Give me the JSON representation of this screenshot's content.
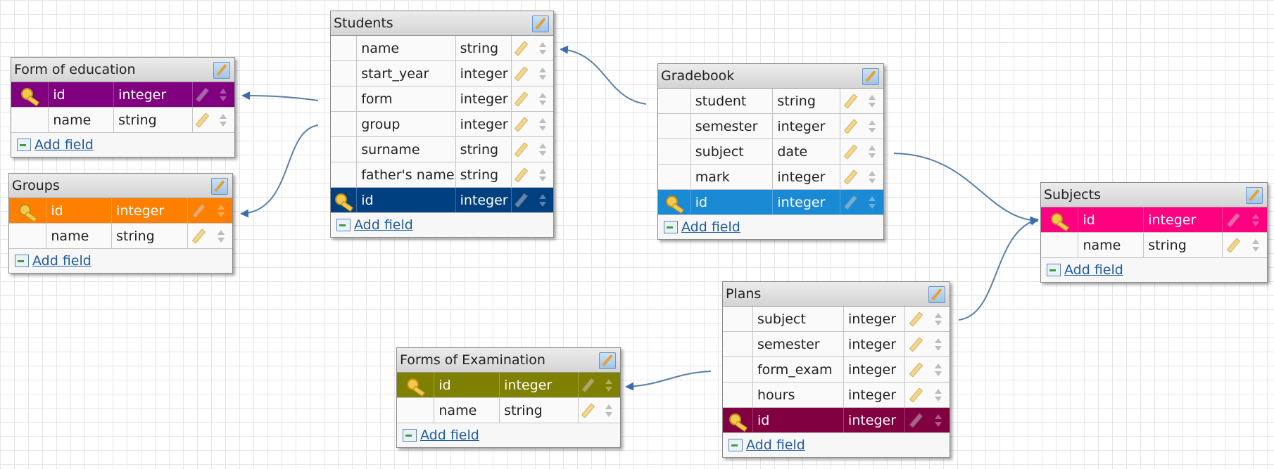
{
  "tables": [
    {
      "name": "form-of-education",
      "title": "Form of education",
      "pk_color": "#800080",
      "add_label": "Add field",
      "fields": [
        {
          "name": "id",
          "type": "integer",
          "pk": true
        },
        {
          "name": "name",
          "type": "string",
          "pk": false
        }
      ]
    },
    {
      "name": "groups",
      "title": "Groups",
      "pk_color": "#ff8000",
      "add_label": "Add field",
      "fields": [
        {
          "name": "id",
          "type": "integer",
          "pk": true
        },
        {
          "name": "name",
          "type": "string",
          "pk": false
        }
      ]
    },
    {
      "name": "students",
      "title": "Students",
      "pk_color": "#003f80",
      "add_label": "Add field",
      "fields": [
        {
          "name": "name",
          "type": "string",
          "pk": false
        },
        {
          "name": "start_year",
          "type": "integer",
          "pk": false
        },
        {
          "name": "form",
          "type": "integer",
          "pk": false
        },
        {
          "name": "group",
          "type": "integer",
          "pk": false
        },
        {
          "name": "surname",
          "type": "string",
          "pk": false
        },
        {
          "name": "father's name",
          "type": "string",
          "pk": false
        },
        {
          "name": "id",
          "type": "integer",
          "pk": true
        }
      ]
    },
    {
      "name": "gradebook",
      "title": "Gradebook",
      "pk_color": "#1a8ad4",
      "add_label": "Add field",
      "fields": [
        {
          "name": "student",
          "type": "string",
          "pk": false
        },
        {
          "name": "semester",
          "type": "integer",
          "pk": false
        },
        {
          "name": "subject",
          "type": "date",
          "pk": false
        },
        {
          "name": "mark",
          "type": "integer",
          "pk": false
        },
        {
          "name": "id",
          "type": "integer",
          "pk": true
        }
      ]
    },
    {
      "name": "subjects",
      "title": "Subjects",
      "pk_color": "#ff0080",
      "add_label": "Add field",
      "fields": [
        {
          "name": "id",
          "type": "integer",
          "pk": true
        },
        {
          "name": "name",
          "type": "string",
          "pk": false
        }
      ]
    },
    {
      "name": "plans",
      "title": "Plans",
      "pk_color": "#800040",
      "add_label": "Add field",
      "fields": [
        {
          "name": "subject",
          "type": "integer",
          "pk": false
        },
        {
          "name": "semester",
          "type": "integer",
          "pk": false
        },
        {
          "name": "form_exam",
          "type": "integer",
          "pk": false
        },
        {
          "name": "hours",
          "type": "integer",
          "pk": false
        },
        {
          "name": "id",
          "type": "integer",
          "pk": true
        }
      ]
    },
    {
      "name": "forms-of-examination",
      "title": "Forms of Examination",
      "pk_color": "#808000",
      "add_label": "Add field",
      "fields": [
        {
          "name": "id",
          "type": "integer",
          "pk": true
        },
        {
          "name": "name",
          "type": "string",
          "pk": false
        }
      ]
    }
  ],
  "relations": [
    {
      "from": "Students",
      "to": "Form of education"
    },
    {
      "from": "Students",
      "to": "Groups"
    },
    {
      "from": "Gradebook",
      "to": "Students"
    },
    {
      "from": "Gradebook",
      "to": "Subjects"
    },
    {
      "from": "Plans",
      "to": "Subjects"
    },
    {
      "from": "Plans",
      "to": "Forms of Examination"
    }
  ],
  "colors": {
    "link": "#5a7fa8",
    "arrow": "#3d6cae"
  }
}
